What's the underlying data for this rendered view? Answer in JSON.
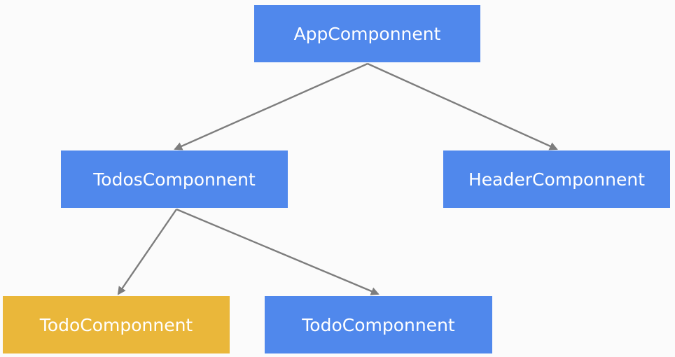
{
  "colors": {
    "background": "#fbfbfb",
    "node_default": "#5088ec",
    "node_highlight": "#eab73a",
    "edge": "#7d7d7d",
    "label": "#ffffff"
  },
  "nodes": {
    "app": {
      "label": "AppComponnent"
    },
    "todos": {
      "label": "TodosComponnent"
    },
    "header": {
      "label": "HeaderComponnent"
    },
    "todo_1": {
      "label": "TodoComponnent",
      "highlighted": true
    },
    "todo_2": {
      "label": "TodoComponnent",
      "highlighted": false
    }
  },
  "edges": [
    {
      "from": "app",
      "to": "todos"
    },
    {
      "from": "app",
      "to": "header"
    },
    {
      "from": "todos",
      "to": "todo_1"
    },
    {
      "from": "todos",
      "to": "todo_2"
    }
  ]
}
